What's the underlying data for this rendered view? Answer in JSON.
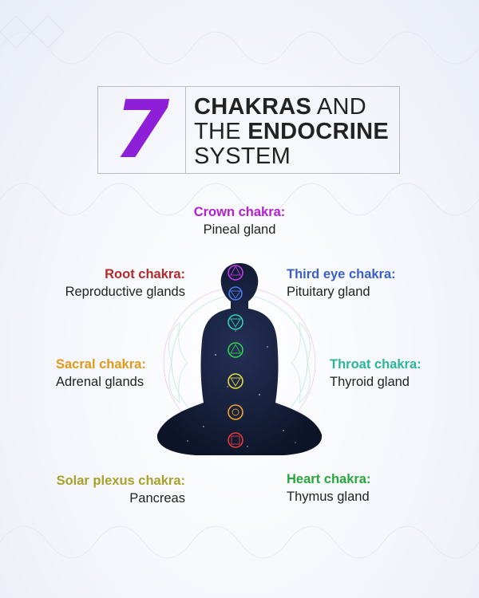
{
  "title": {
    "number": "7",
    "line1_bold": "CHAKRAS",
    "line1_rest": " AND",
    "line2_pre": "THE ",
    "line2_bold": "ENDOCRINE",
    "line3": "SYSTEM"
  },
  "labels": {
    "crown": {
      "chakra": "Crown chakra:",
      "gland": "Pineal gland",
      "color": "#b31fd1"
    },
    "root": {
      "chakra": "Root chakra:",
      "gland": "Reproductive glands",
      "color": "#b32a2a"
    },
    "third": {
      "chakra": "Third eye chakra:",
      "gland": "Pituitary gland",
      "color": "#3a5fc8"
    },
    "sacral": {
      "chakra": "Sacral chakra:",
      "gland": "Adrenal glands",
      "color": "#e09a1a"
    },
    "throat": {
      "chakra": "Throat chakra:",
      "gland": "Thyroid gland",
      "color": "#2bb69a"
    },
    "solar": {
      "chakra": "Solar plexus chakra:",
      "gland": "Pancreas",
      "color": "#a8a22a"
    },
    "heart": {
      "chakra": "Heart chakra:",
      "gland": "Thymus gland",
      "color": "#27a63a"
    }
  }
}
